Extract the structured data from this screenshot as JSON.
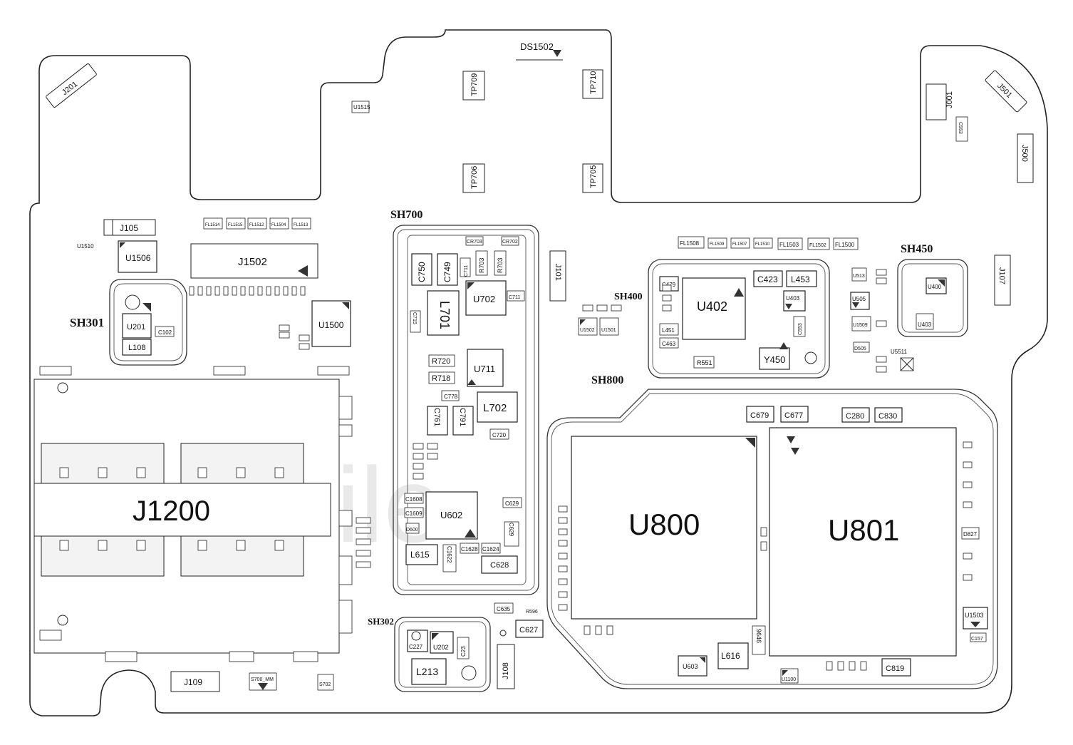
{
  "watermark": "mobile",
  "shields": {
    "sh700": "SH700",
    "sh301": "SH301",
    "sh400": "SH400",
    "sh450": "SH450",
    "sh800": "SH800",
    "sh302": "SH302"
  },
  "connectors": {
    "j201": "J201",
    "j501": "J501",
    "j001": "J001",
    "j500": "J500",
    "j105": "J105",
    "j1502": "J1502",
    "j1200": "J1200",
    "j109": "J109",
    "j108": "J108",
    "j107": "J107",
    "j101": "J101"
  },
  "chips": {
    "u800": "U800",
    "u801": "U801",
    "u402": "U402",
    "u1500": "U1500",
    "u1506": "U1506",
    "u201": "U201",
    "u702": "U702",
    "u711": "U711",
    "u602": "U602",
    "u603": "U603",
    "u202": "U202",
    "u1503": "U1503",
    "u403": "U403",
    "u505": "U505",
    "u513": "U513",
    "u1509": "U1509",
    "u400": "U400",
    "u1502": "U1502",
    "u1501": "U1501",
    "u1515": "U1515",
    "u1510": "U1510",
    "u5511": "U5511",
    "u1100": "U1100"
  },
  "inductors": {
    "l108": "L108",
    "l701": "L701",
    "l702": "L702",
    "l615": "L615",
    "l213": "L213",
    "l453": "L453",
    "l451": "L451",
    "l616": "L616"
  },
  "caps": {
    "c750": "C750",
    "c749": "C749",
    "c711": "C711",
    "c715": "C715",
    "c778": "C778",
    "c761": "C761",
    "c791": "C791",
    "c720": "C720",
    "c1608": "C1608",
    "c1609": "C1609",
    "c629a": "C629",
    "c629b": "C629",
    "c1628": "C1628",
    "c1624": "C1624",
    "c1622": "C1622",
    "c628": "C628",
    "c635": "C635",
    "c627": "C627",
    "c227": "C227",
    "c23": "C23",
    "c102": "C102",
    "c423": "C423",
    "c479": "C479",
    "c463": "C463",
    "c553": "C553",
    "c679": "C679",
    "c677": "C677",
    "c280": "C280",
    "c830": "C830",
    "c819": "C819",
    "c157": "C157",
    "c553b": "C553"
  },
  "resistors": {
    "r720": "R720",
    "r718": "R718",
    "r703a": "R703",
    "r703b": "R703",
    "r551": "R551",
    "r596": "R596",
    "cr703": "CR703",
    "cr702": "CR702"
  },
  "filters": [
    "FL1514",
    "FL1515",
    "FL1512",
    "FL1504",
    "FL1513"
  ],
  "filters2": [
    "FL1508",
    "FL1509",
    "FL1507",
    "FL1510",
    "FL1503",
    "FL1502",
    "FL1500"
  ],
  "testpoints": {
    "tp709": "TP709",
    "tp710": "TP710",
    "tp706": "TP706",
    "tp705": "TP705"
  },
  "misc": {
    "ds1502": "DS1502",
    "y450": "Y450",
    "d600": "D600",
    "d827": "D827",
    "d505": "D505",
    "s700": "S700_MM",
    "s702": "S702",
    "d9646": "9646"
  }
}
